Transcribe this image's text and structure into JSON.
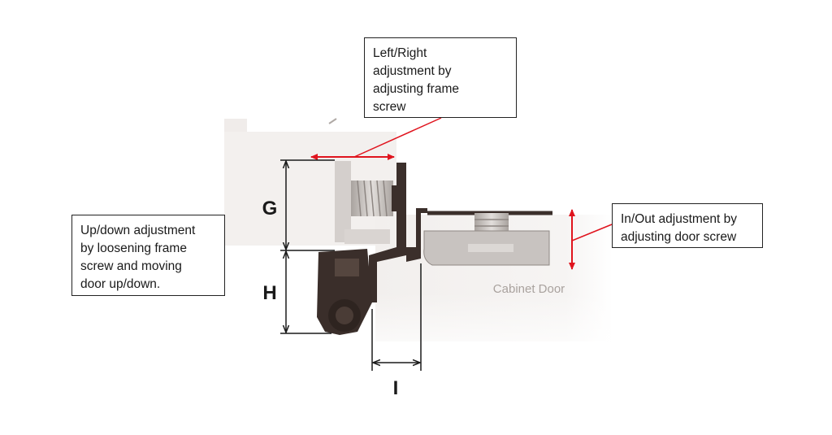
{
  "diagram": {
    "labels": {
      "g": "G",
      "h": "H",
      "i": "I",
      "cabinet_door": "Cabinet Door"
    },
    "callouts": {
      "left_right": [
        "Left/Right",
        "adjustment by",
        "adjusting frame",
        "screw"
      ],
      "up_down": [
        "Up/down adjustment",
        "by loosening frame",
        "screw and moving",
        "door up/down."
      ],
      "in_out": [
        "In/Out adjustment by",
        "adjusting door screw"
      ]
    },
    "colors": {
      "red_arrow": "#e0141e",
      "dimension_line": "#1a1a1a",
      "hinge_metal": "#3b2f2b",
      "frame_panel": "#f3f0ee",
      "door_panel": "#f6f4f3",
      "screw": "#c9c4c0"
    }
  }
}
